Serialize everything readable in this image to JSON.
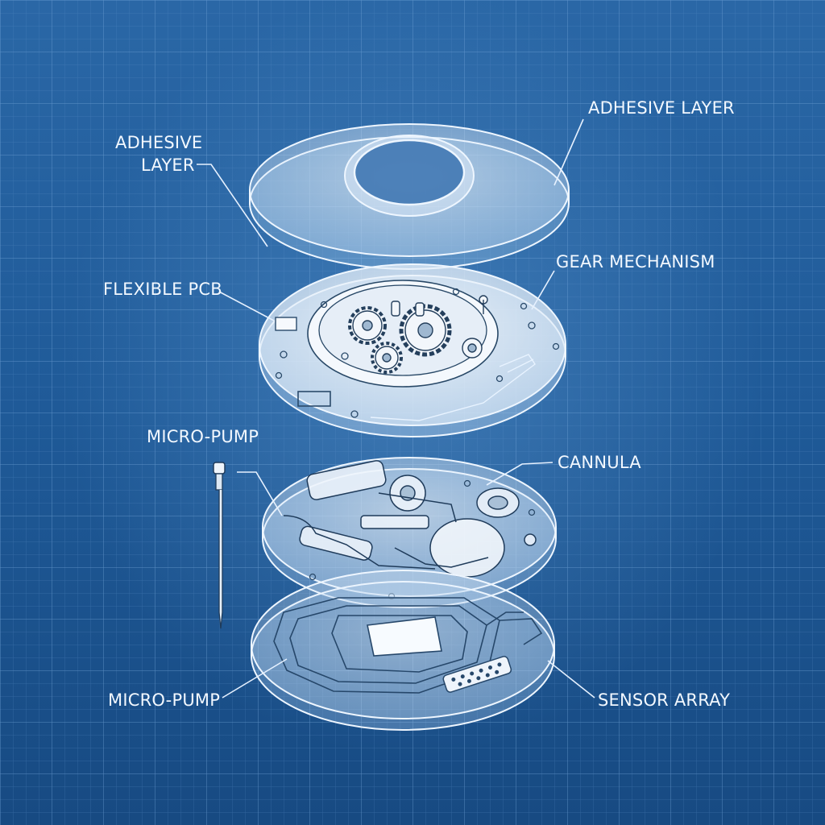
{
  "labels": {
    "adhesive_left_line1": "ADHESIVE",
    "adhesive_left_line2": "LAYER",
    "adhesive_right": "ADHESIVE LAYER",
    "flexible_pcb": "FLEXIBLE PCB",
    "gear_mechanism": "GEAR MECHANISM",
    "micro_pump_top": "MICRO-PUMP",
    "cannula": "CANNULA",
    "micro_pump_bottom": "MICRO-PUMP",
    "sensor_array": "SENSOR ARRAY"
  },
  "colors": {
    "background": "#1f5a98",
    "grid": "#5f93cc",
    "linework": "#eef6ff"
  }
}
